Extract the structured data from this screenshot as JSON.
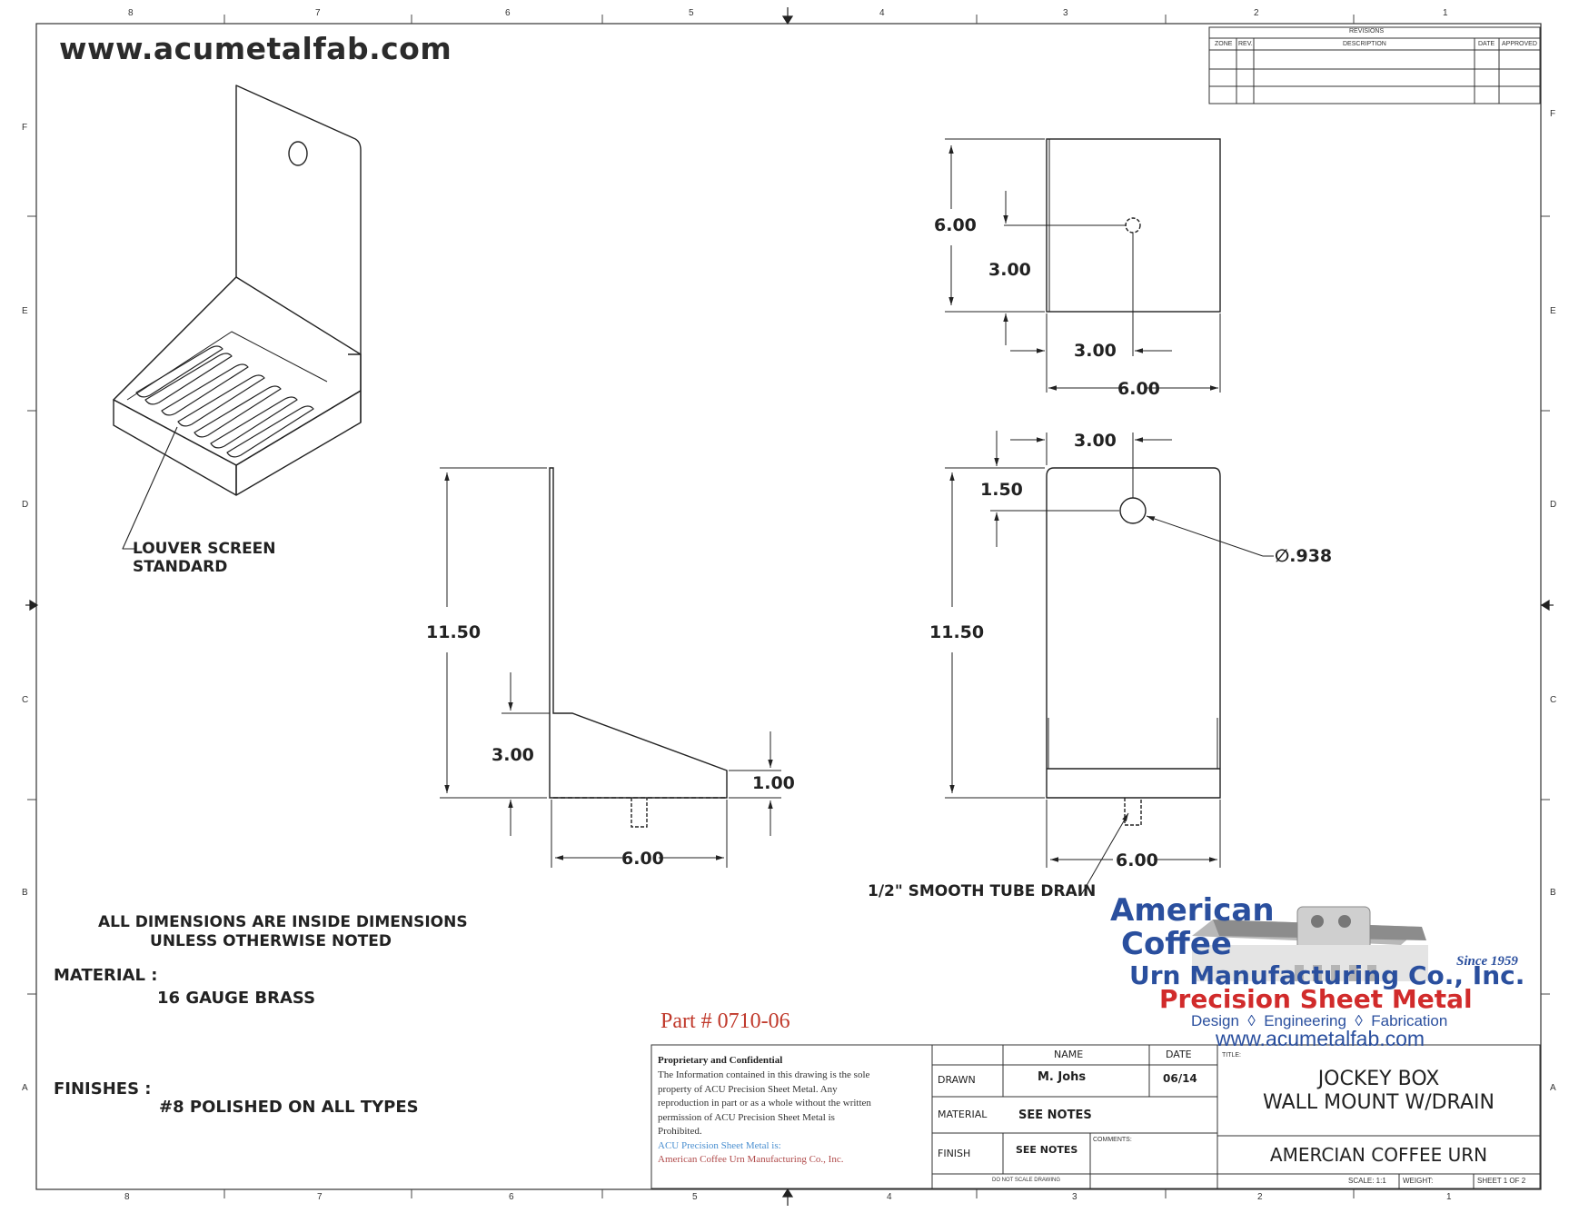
{
  "website": "www.acumetalfab.com",
  "part_number": "Part # 0710-06",
  "zones": {
    "top": [
      "8",
      "7",
      "6",
      "5",
      "4",
      "3",
      "2",
      "1"
    ],
    "bottom": [
      "8",
      "7",
      "6",
      "5",
      "4",
      "3",
      "2",
      "1"
    ],
    "left": [
      "F",
      "E",
      "D",
      "C",
      "B",
      "A"
    ],
    "right": [
      "F",
      "E",
      "D",
      "C",
      "B",
      "A"
    ]
  },
  "revisions": {
    "title": "REVISIONS",
    "headers": [
      "ZONE",
      "REV.",
      "DESCRIPTION",
      "DATE",
      "APPROVED"
    ]
  },
  "iso_view": {
    "callout": [
      "LOUVER SCREEN",
      "STANDARD"
    ]
  },
  "top_view": {
    "height": "6.00",
    "hole_y": "3.00",
    "hole_x": "3.00",
    "width": "6.00"
  },
  "side_view": {
    "height": "11.50",
    "tray_height": "3.00",
    "front_height": "1.00",
    "width": "6.00"
  },
  "front_view": {
    "hole_x": "3.00",
    "hole_y": "1.50",
    "height": "11.50",
    "width": "6.00",
    "hole_dia": "∅.938",
    "drain_callout": "1/2\" SMOOTH TUBE DRAIN"
  },
  "notes": {
    "dims": [
      "ALL DIMENSIONS ARE INSIDE DIMENSIONS",
      "UNLESS OTHERWISE NOTED"
    ],
    "material_label": "MATERIAL :",
    "material_value": "16 GAUGE BRASS",
    "finishes_label": "FINISHES :",
    "finishes_value": "#8 POLISHED ON ALL TYPES"
  },
  "logo": {
    "line1": "American",
    "line2": "Coffee",
    "line3": "Urn Manufacturing Co., Inc.",
    "since": "Since 1959",
    "tagline": "Precision Sheet Metal",
    "services": "Design  ◊  Engineering  ◊  Fabrication",
    "url": "www.acumetalfab.com"
  },
  "title_block": {
    "prop_title": "Proprietary and Confidential",
    "prop_text": [
      "The Information contained in this drawing is the sole",
      "property of ACU Precision Sheet Metal. Any",
      "reproduction in part or as a whole without the written",
      "permission of ACU Precision Sheet Metal is",
      "Prohibited."
    ],
    "prop_line_a": "ACU Precision Sheet Metal is:",
    "prop_line_b": "American Coffee Urn Manufacturing Co., Inc.",
    "col_name": "NAME",
    "col_date": "DATE",
    "drawn_label": "DRAWN",
    "drawn_name": "M. Johs",
    "drawn_date": "06/14",
    "material_label": "MATERIAL",
    "material_value": "SEE NOTES",
    "finish_label": "FINISH",
    "finish_value": "SEE NOTES",
    "comments_label": "COMMENTS:",
    "noscale": "DO NOT SCALE DRAWING",
    "title_label": "TITLE:",
    "title_line1": "JOCKEY BOX",
    "title_line2": "WALL MOUNT W/DRAIN",
    "company": "AMERCIAN COFFEE URN",
    "scale": "SCALE: 1:1",
    "weight": "WEIGHT:",
    "sheet": "SHEET 1 OF 2"
  },
  "colors": {
    "logo_blue": "#2a4f9e",
    "logo_red": "#d12b2b",
    "part_red": "#c0392b",
    "line": "#222222"
  }
}
